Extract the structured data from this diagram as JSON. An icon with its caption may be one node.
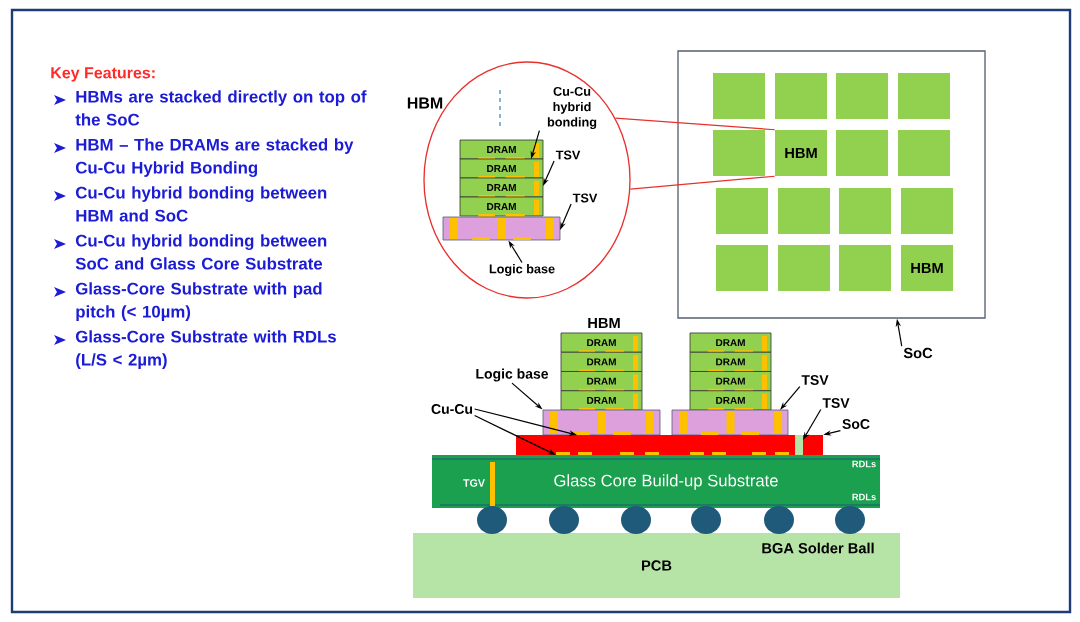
{
  "diagram": {
    "nodes": [
      {
        "text": [
          "HBM"
        ]
      },
      {
        "text": [
          "DRAM"
        ],
        "in": 0
      },
      {
        "text": [
          "DRAM"
        ],
        "in": 0
      },
      {
        "text": [
          "DRAM"
        ],
        "in": 0
      },
      {
        "text": [
          "DRAM"
        ],
        "in": 0
      },
      {
        "text": [],
        "shape": "box",
        "in": 0
      },
      {
        "text": [
          "Cu-Cu hybrid bonding"
        ],
        "in": 0
      },
      {
        "text": [
          "TSV"
        ],
        "in": 0
      },
      {
        "text": [
          "TSV"
        ],
        "in": 0
      },
      {
        "text": [
          "Logic base"
        ],
        "in": 0
      },
      {
        "text": [],
        "shape": "box"
      },
      {
        "text": [],
        "shape": "box",
        "in": 10
      },
      {
        "text": [],
        "shape": "box",
        "in": 10
      },
      {
        "text": [],
        "shape": "box",
        "in": 10
      },
      {
        "text": [],
        "shape": "box",
        "in": 10
      },
      {
        "text": [],
        "shape": "box",
        "in": 10
      },
      {
        "text": [
          "HBM"
        ],
        "in": 10
      },
      {
        "text": [],
        "shape": "box",
        "in": 10
      },
      {
        "text": [],
        "shape": "box",
        "in": 10
      },
      {
        "text": [],
        "shape": "box",
        "in": 10
      },
      {
        "text": [],
        "shape": "box",
        "in": 10
      },
      {
        "text": [],
        "shape": "box",
        "in": 10
      },
      {
        "text": [],
        "shape": "box",
        "in": 10
      },
      {
        "text": [],
        "shape": "box",
        "in": 10
      },
      {
        "text": [],
        "shape": "box",
        "in": 10
      },
      {
        "text": [],
        "shape": "box",
        "in": 10
      },
      {
        "text": [
          "HBM"
        ],
        "in": 10
      },
      {
        "text": [
          "SoC"
        ]
      },
      {
        "text": [
          "DRAM"
        ]
      },
      {
        "text": [
          "DRAM"
        ]
      },
      {
        "text": [
          "DRAM"
        ]
      },
      {
        "text": [
          "DRAM"
        ]
      },
      {
        "text": [],
        "shape": "box"
      },
      {
        "text": [
          "DRAM"
        ]
      },
      {
        "text": [
          "DRAM"
        ]
      },
      {
        "text": [
          "DRAM"
        ]
      },
      {
        "text": [
          "DRAM"
        ]
      },
      {
        "text": [],
        "shape": "box"
      },
      {
        "text": [
          "Logic base"
        ]
      },
      {
        "text": [
          "Cu-Cu"
        ]
      },
      {
        "text": [
          "TSV"
        ]
      },
      {
        "text": [
          "TSV"
        ]
      },
      {
        "text": [
          "SoC"
        ]
      },
      {
        "text": [],
        "shape": "box"
      },
      {
        "text": [],
        "shape": "box"
      },
      {
        "text": [
          "RDLs",
          "TGV",
          "Glass Core Build-up Substrate",
          "RDLs"
        ]
      },
      {
        "text": [
          "PCB"
        ]
      }
    ],
    "edges": [
      {
        "from": 0,
        "to": 16,
        "arrow": "none",
        "color": "#e8302c"
      },
      {
        "from": 0,
        "to": 16,
        "arrow": "none",
        "color": "#e8302c"
      },
      {
        "from": 6,
        "to": 1,
        "arrow": "to"
      },
      {
        "from": 7,
        "to": 3,
        "arrow": "to"
      },
      {
        "from": 8,
        "to": 5,
        "arrow": "to"
      },
      {
        "from": 9,
        "to": 5,
        "arrow": "to"
      },
      {
        "from": 27,
        "to": 10,
        "arrow": "to"
      },
      {
        "from": 38,
        "to": 32,
        "arrow": "to"
      },
      {
        "from": 39,
        "to": 32,
        "arrow": "to"
      },
      {
        "from": 39,
        "to": 43,
        "arrow": "to"
      },
      {
        "from": 40,
        "to": 37,
        "arrow": "to"
      },
      {
        "from": 41,
        "to": 44,
        "arrow": "to"
      },
      {
        "from": 42,
        "to": 44,
        "arrow": "to"
      }
    ],
    "labels": [
      "Key Features:",
      "HBMs are stacked directly on top of the SoC",
      "HBM – The DRAMs are stacked by Cu-Cu Hybrid Bonding",
      "Cu-Cu hybrid bonding between HBM and SoC",
      "Cu-Cu hybrid bonding between SoC and Glass Core Substrate",
      "Glass-Core Substrate with pad pitch (< 10µm)",
      "Glass-Core Substrate with RDLs (L/S < 2µm)",
      "HBM",
      "BGA Solder Ball"
    ]
  }
}
